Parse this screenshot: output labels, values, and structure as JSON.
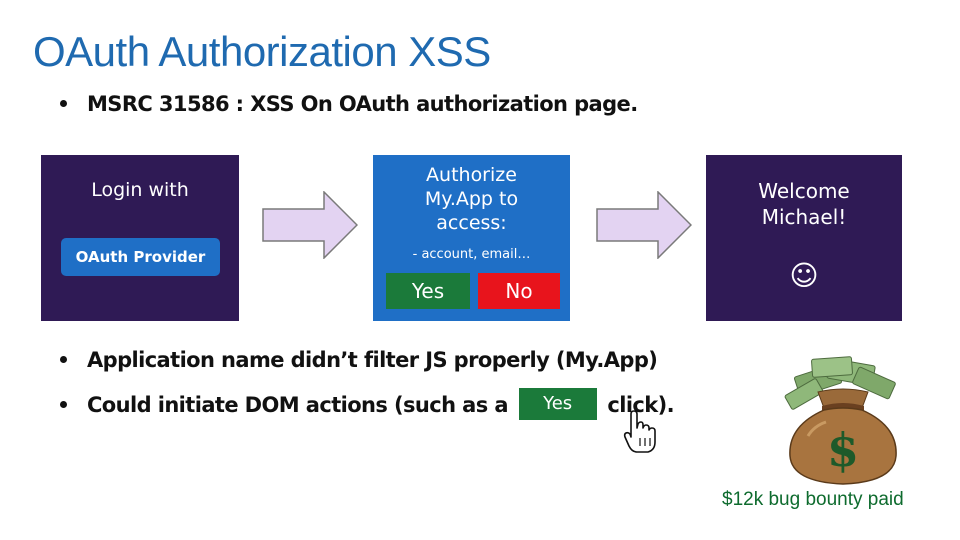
{
  "title": "OAuth Authorization XSS",
  "bullets": {
    "first": "MSRC 31586 : XSS On OAuth authorization page.",
    "second": "Application name didn’t filter JS properly (My.App)",
    "third_before": "Could initiate DOM actions (such as a",
    "third_button": "Yes",
    "third_after": "click)."
  },
  "login_panel": {
    "text": "Login with",
    "button": "OAuth Provider"
  },
  "authorize_panel": {
    "line1": "Authorize",
    "line2": "My.App to",
    "line3": "access:",
    "scope": "- account, email…",
    "yes": "Yes",
    "no": "No"
  },
  "welcome_panel": {
    "line1": "Welcome",
    "line2": "Michael!",
    "smiley": "☺"
  },
  "bounty": "$12k bug bounty paid",
  "colors": {
    "title": "#1f6ab0",
    "panel_dark": "#2f1a55",
    "panel_blue": "#1f6fc6",
    "yes_green": "#1b7a3a",
    "no_red": "#e8141c",
    "arrow_fill": "#e3d3f2",
    "bounty_text": "#0e6b2e"
  },
  "icons": [
    "arrow-right-icon",
    "hand-cursor-icon",
    "money-bag-icon",
    "smiley-icon"
  ]
}
